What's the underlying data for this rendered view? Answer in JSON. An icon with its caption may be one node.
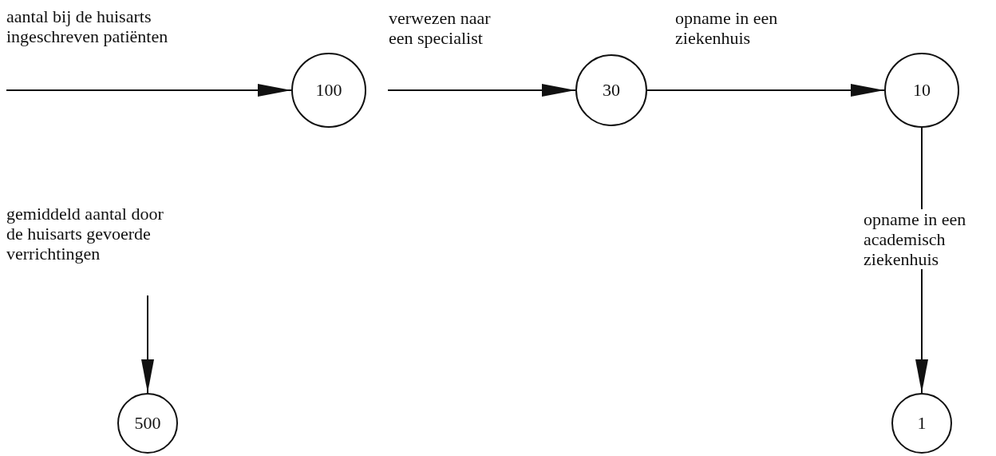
{
  "diagram": {
    "nodes": [
      {
        "text": [
          "100"
        ]
      },
      {
        "text": [
          "30"
        ]
      },
      {
        "text": [
          "10"
        ]
      },
      {
        "text": [
          "500"
        ]
      },
      {
        "text": [
          "1"
        ]
      }
    ],
    "edges": [
      {
        "from": null,
        "to": 0,
        "arrow": "to",
        "label": "aantal bij de huisarts ingeschreven patiënten"
      },
      {
        "from": 0,
        "to": 1,
        "arrow": "to",
        "label": "verwezen naar een specialist"
      },
      {
        "from": 1,
        "to": 2,
        "arrow": "to",
        "label": "opname in een ziekenhuis"
      },
      {
        "from": null,
        "to": 3,
        "arrow": "to",
        "label": "gemiddeld aantal door de huisarts gevoerde verrichtingen"
      },
      {
        "from": 2,
        "to": 4,
        "arrow": "to",
        "label": "opname in een academisch ziekenhuis"
      }
    ]
  }
}
